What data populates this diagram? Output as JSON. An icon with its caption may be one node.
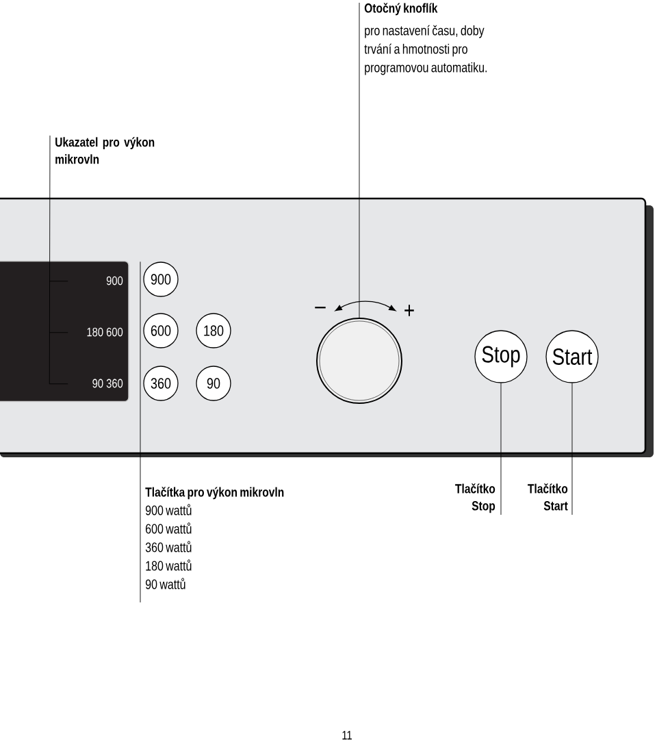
{
  "diagram": {
    "nodes": [
      {
        "text": [
          "Ukazatel pro výkon mikrovln"
        ]
      },
      {
        "text": [
          "900",
          "180 600",
          "90 360"
        ]
      },
      {
        "text": [
          "Otočný knoflík",
          "pro nastavení času, doby trvání a hmotnosti pro programovou automatiku."
        ]
      },
      {
        "text": [],
        "shape": "circle",
        "beside": [
          "–",
          "+"
        ]
      },
      {
        "text": [
          "900"
        ]
      },
      {
        "text": [
          "600"
        ]
      },
      {
        "text": [
          "180"
        ]
      },
      {
        "text": [
          "360"
        ]
      },
      {
        "text": [
          "90"
        ]
      },
      {
        "text": [
          "Stop"
        ]
      },
      {
        "text": [
          "Start"
        ]
      },
      {
        "text": [
          "Tlačítka pro výkon mikrovln",
          "900 wattů",
          "600 wattů",
          "360 wattů",
          "180 wattů",
          "90 wattů"
        ]
      },
      {
        "text": [
          "Tlačítko Stop"
        ]
      },
      {
        "text": [
          "Tlačítko Start"
        ]
      }
    ],
    "edges": [
      {
        "from": 0,
        "to": 1,
        "arrow": "none"
      },
      {
        "from": 2,
        "to": 3,
        "arrow": "none"
      },
      {
        "from": 11,
        "to": 4,
        "arrow": "none"
      },
      {
        "from": 12,
        "to": 9,
        "arrow": "none"
      },
      {
        "from": 13,
        "to": 10,
        "arrow": "none"
      }
    ],
    "labels": [
      "11"
    ]
  }
}
